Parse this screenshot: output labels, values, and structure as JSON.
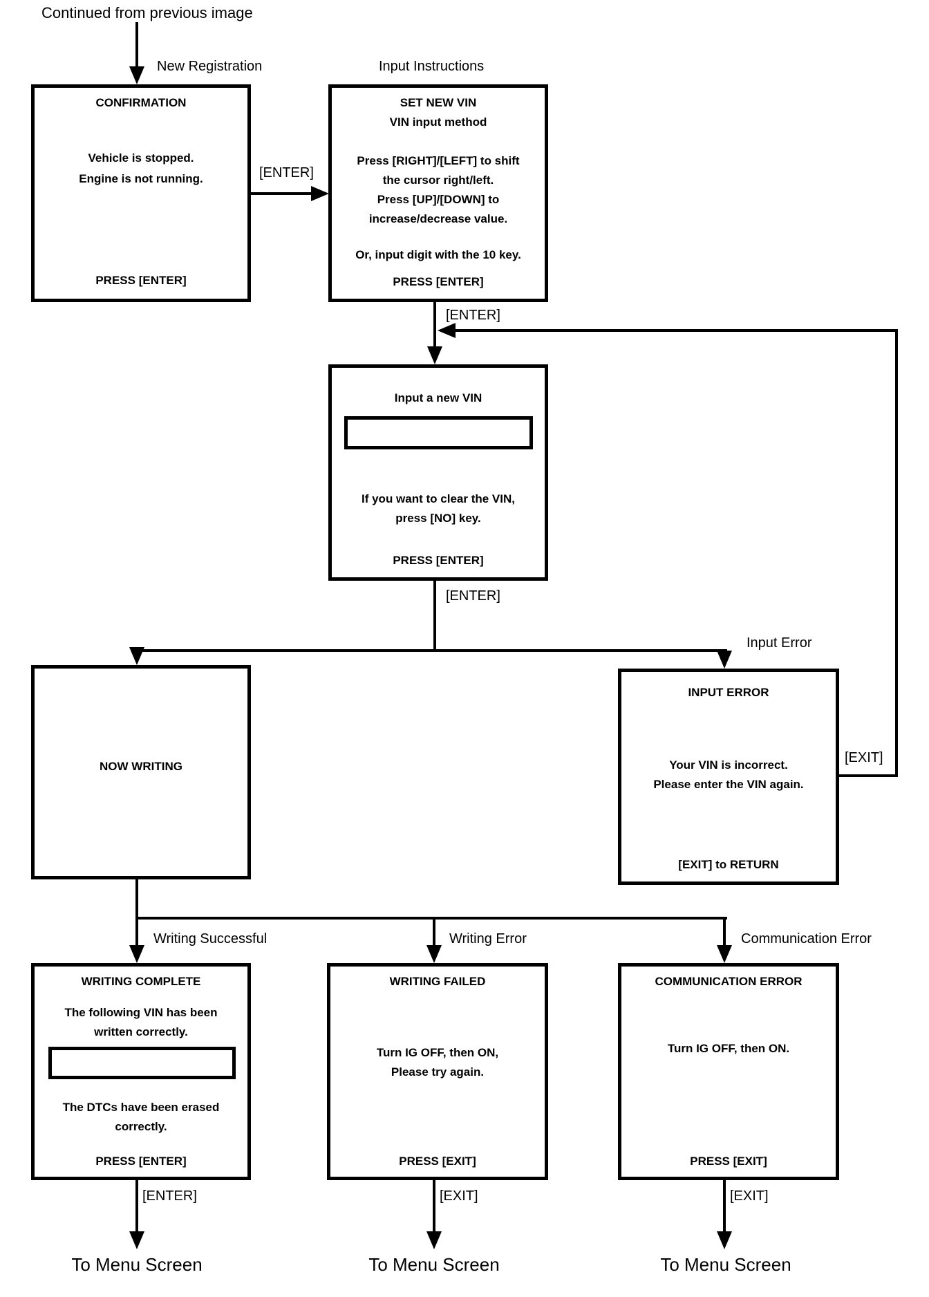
{
  "diagram": {
    "continued_from": "Continued from previous image",
    "to_menu_screen": "To Menu Screen",
    "colors": {
      "ink": "#000000",
      "background": "#ffffff"
    }
  },
  "connector_labels": {
    "enter": "[ENTER]",
    "exit": "[EXIT]",
    "new_registration": "New Registration",
    "input_instructions": "Input Instructions",
    "input_error": "Input Error",
    "writing_successful": "Writing Successful",
    "writing_error": "Writing Error",
    "communication_error": "Communication Error"
  },
  "screens": {
    "confirmation": {
      "title": "CONFIRMATION",
      "line1": "Vehicle is stopped.",
      "line2": "Engine is not running.",
      "footer": "PRESS [ENTER]"
    },
    "set_new_vin": {
      "title": "SET NEW VIN",
      "subtitle": "VIN input method",
      "line1": "Press [RIGHT]/[LEFT] to shift",
      "line2": "the cursor right/left.",
      "line3": "Press [UP]/[DOWN] to",
      "line4": "increase/decrease value.",
      "line5": "Or, input digit with the 10 key.",
      "footer": "PRESS [ENTER]"
    },
    "input_new_vin": {
      "title": "Input a new VIN",
      "vin_field_value": "",
      "line1": "If you want to clear the VIN,",
      "line2": "press [NO] key.",
      "footer": "PRESS [ENTER]"
    },
    "now_writing": {
      "title": "NOW WRITING"
    },
    "input_error": {
      "title": "INPUT ERROR",
      "line1": "Your VIN is incorrect.",
      "line2": "Please enter the VIN again.",
      "footer": "[EXIT] to RETURN"
    },
    "writing_complete": {
      "title": "WRITING COMPLETE",
      "line1": "The following VIN has been",
      "line2": "written correctly.",
      "vin_field_value": "",
      "line3": "The DTCs have been erased",
      "line4": "correctly.",
      "footer": "PRESS [ENTER]"
    },
    "writing_failed": {
      "title": "WRITING FAILED",
      "line1": "Turn IG OFF, then ON,",
      "line2": "Please try again.",
      "footer": "PRESS [EXIT]"
    },
    "communication_error": {
      "title": "COMMUNICATION ERROR",
      "line1": "Turn IG OFF, then ON.",
      "footer": "PRESS [EXIT]"
    }
  }
}
